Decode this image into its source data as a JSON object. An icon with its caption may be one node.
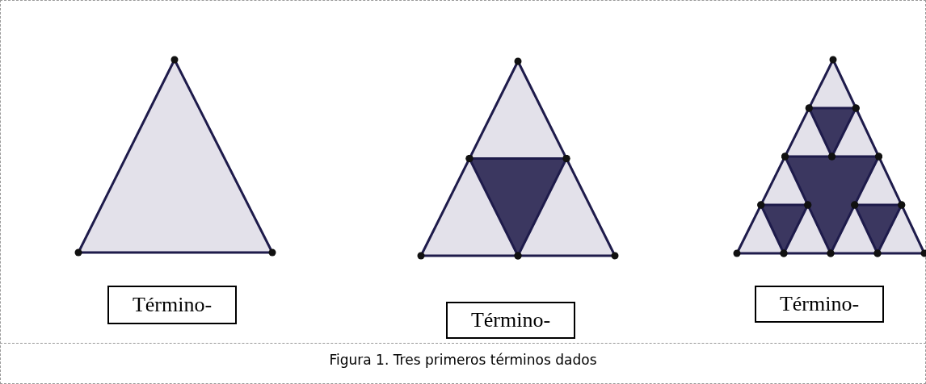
{
  "diagram": {
    "caption": "Figura 1. Tres primeros términos dados",
    "nodes": [
      {
        "text": [
          "Término-"
        ]
      },
      {
        "text": [
          "Término-"
        ]
      },
      {
        "text": [
          "Término-"
        ]
      }
    ]
  }
}
